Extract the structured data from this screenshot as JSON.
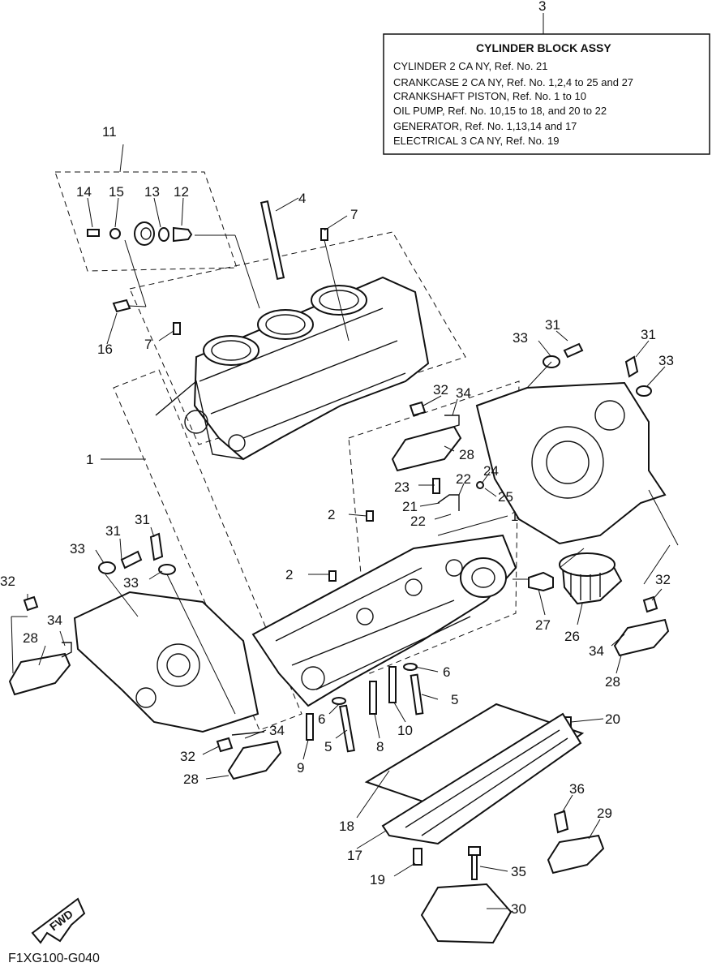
{
  "assembly_box": {
    "callout": "3",
    "title": "CYLINDER BLOCK ASSY",
    "lines": [
      "CYLINDER 2 CA NY,  Ref. No. 21",
      "CRANKCASE 2 CA NY,  Ref. No. 1,2,4 to 25 and 27",
      "CRANKSHAFT PISTON, Ref. No. 1 to 10",
      "OIL PUMP,  Ref. No. 10,15 to 18, and 20 to 22",
      "GENERATOR, Ref. No. 1,13,14 and 17",
      "ELECTRICAL 3 CA NY, Ref. No. 19"
    ]
  },
  "fwd_label": "FWD",
  "reference_code": "F1XG100-G040",
  "callouts": {
    "c11": "11",
    "c14": "14",
    "c15": "15",
    "c13": "13",
    "c12": "12",
    "c16": "16",
    "c4": "4",
    "c7a": "7",
    "c7b": "7",
    "c33a": "33",
    "c31a": "31",
    "c31b": "31",
    "c33b": "33",
    "c32a": "32",
    "c34a": "34",
    "c28a": "28",
    "c1a": "1",
    "c23": "23",
    "c22a": "22",
    "c24": "24",
    "c21": "21",
    "c22b": "22",
    "c25": "25",
    "c2a": "2",
    "c1b": "1",
    "c31c": "31",
    "c31d": "31",
    "c33c": "33",
    "c33d": "33",
    "c32b": "32",
    "c2b": "2",
    "c34b": "34",
    "c28b": "28",
    "c27": "27",
    "c26": "26",
    "c32c": "32",
    "c34c": "34",
    "c28c": "28",
    "c6a": "6",
    "c5a": "5",
    "c6b": "6",
    "c5b": "5",
    "c8": "8",
    "c10": "10",
    "c9": "9",
    "c34d": "34",
    "c32d": "32",
    "c28d": "28",
    "c20": "20",
    "c18": "18",
    "c17": "17",
    "c36": "36",
    "c29": "29",
    "c19": "19",
    "c35": "35",
    "c30": "30"
  }
}
